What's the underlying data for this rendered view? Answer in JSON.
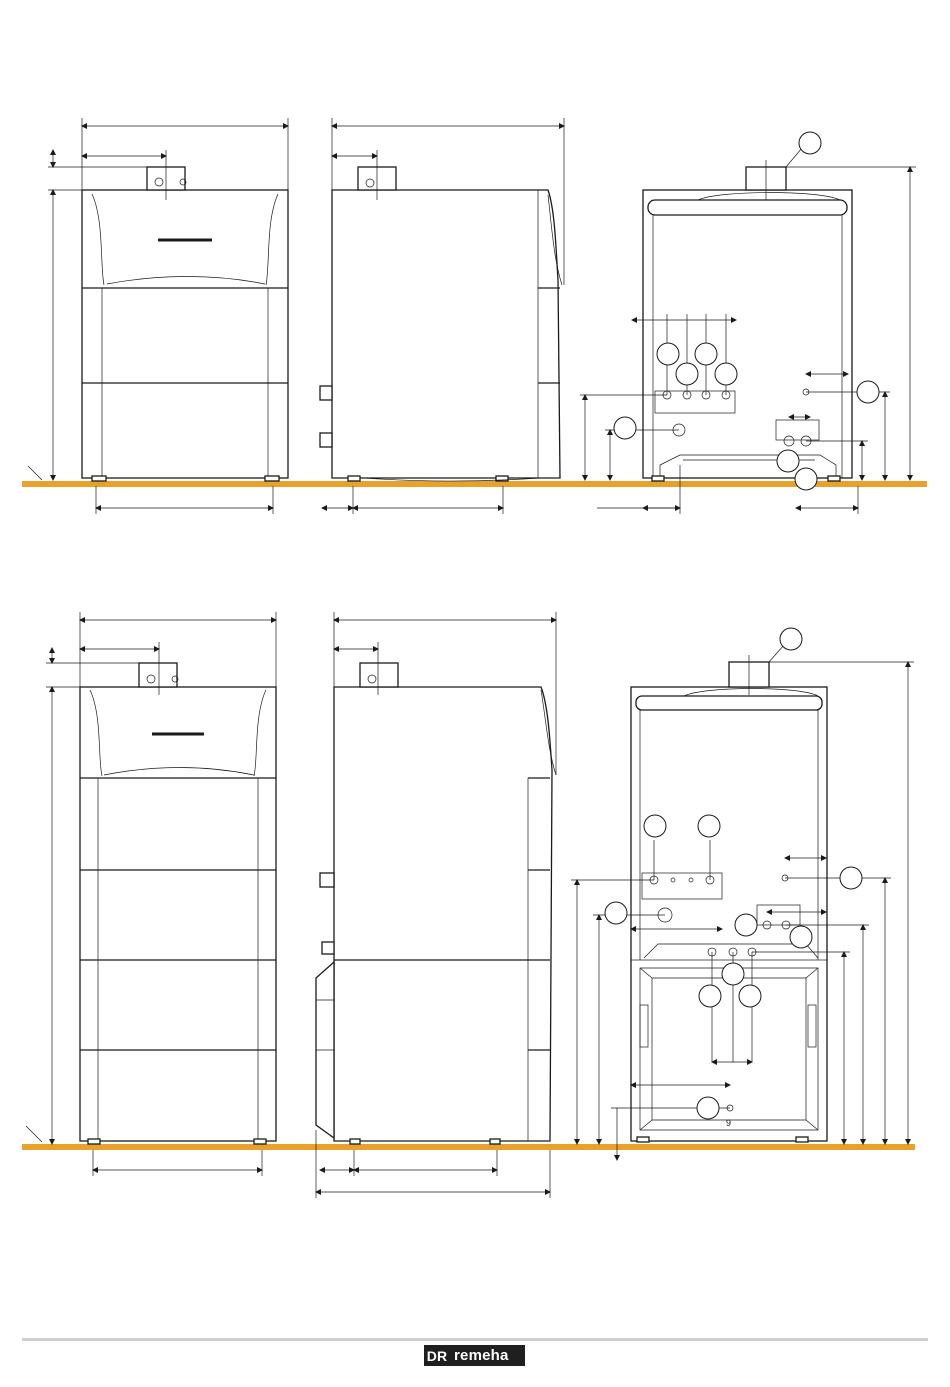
{
  "brand": {
    "name": "remeha",
    "mark": "DR"
  },
  "colors": {
    "floor": "#e8a22b",
    "line": "#1a1a1a",
    "footer_rule": "#cfcfcf"
  },
  "views": [
    "front-view-short",
    "side-view-short",
    "rear-view-short",
    "front-view-tall",
    "side-view-tall",
    "rear-view-tall"
  ],
  "labels": {
    "drain_mark": "9"
  }
}
